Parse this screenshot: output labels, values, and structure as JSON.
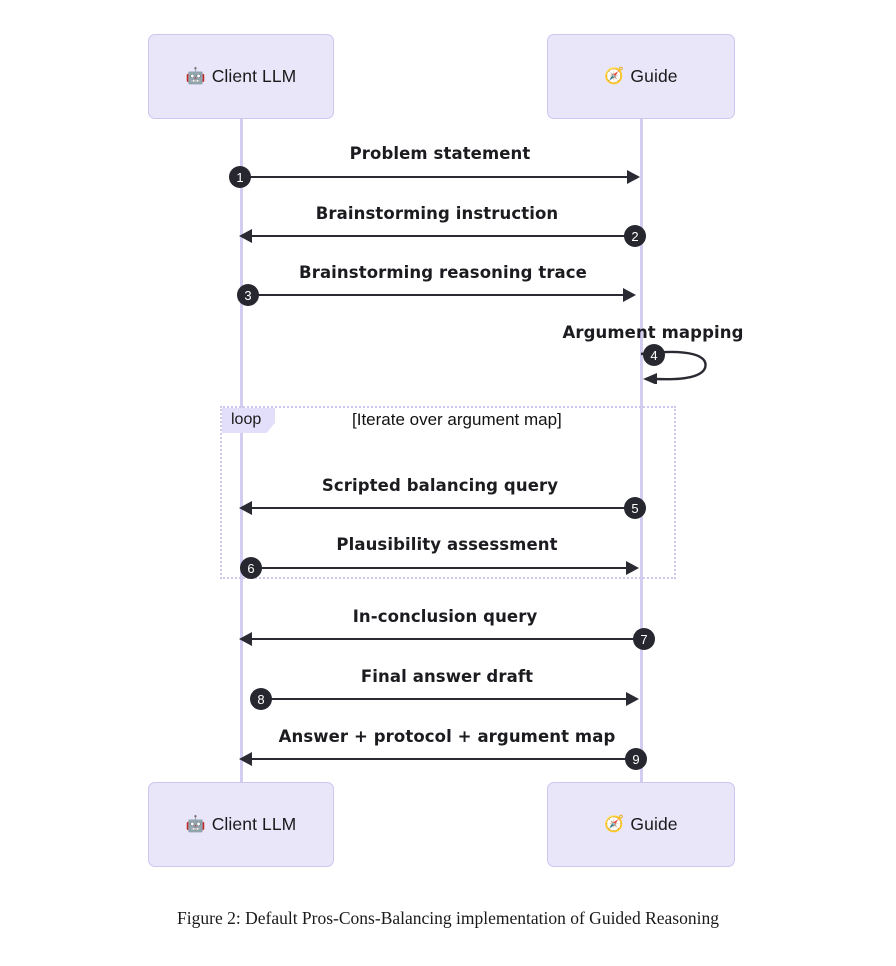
{
  "figure": {
    "caption": "Figure 2: Default Pros-Cons-Balancing implementation of Guided Reasoning"
  },
  "diagram": {
    "type": "sequence-diagram",
    "colors": {
      "participant_fill": "#e9e6fa",
      "participant_border": "#cdc6f0",
      "lifeline": "#d4cdf2",
      "arrow": "#2a2a33",
      "badge_fill": "#27272f",
      "badge_text": "#ffffff",
      "loop_border": "#cfc8ee",
      "loop_tag_fill": "#e3dffa",
      "background": "#ffffff"
    },
    "participants": [
      {
        "id": "client",
        "name": "Client LLM",
        "emoji": "🤖",
        "icon": "robot-icon"
      },
      {
        "id": "guide",
        "name": "Guide",
        "emoji": "🧭",
        "icon": "compass-icon"
      }
    ],
    "fragment": {
      "kind": "loop",
      "tag": "loop",
      "condition": "[Iterate over argument map]"
    },
    "messages": [
      {
        "number": "1",
        "label": "Problem statement",
        "from": "client",
        "to": "guide",
        "direction": "right",
        "kind": "sync"
      },
      {
        "number": "2",
        "label": "Brainstorming instruction",
        "from": "guide",
        "to": "client",
        "direction": "left",
        "kind": "sync"
      },
      {
        "number": "3",
        "label": "Brainstorming reasoning trace",
        "from": "client",
        "to": "guide",
        "direction": "right",
        "kind": "sync"
      },
      {
        "number": "4",
        "label": "Argument mapping",
        "from": "guide",
        "to": "guide",
        "direction": "self",
        "kind": "self"
      },
      {
        "number": "5",
        "label": "Scripted balancing query",
        "from": "guide",
        "to": "client",
        "direction": "left",
        "kind": "sync",
        "in_loop": true
      },
      {
        "number": "6",
        "label": "Plausibility assessment",
        "from": "client",
        "to": "guide",
        "direction": "right",
        "kind": "sync",
        "in_loop": true
      },
      {
        "number": "7",
        "label": "In-conclusion query",
        "from": "guide",
        "to": "client",
        "direction": "left",
        "kind": "sync"
      },
      {
        "number": "8",
        "label": "Final answer draft",
        "from": "client",
        "to": "guide",
        "direction": "right",
        "kind": "sync"
      },
      {
        "number": "9",
        "label": "Answer + protocol + argument map",
        "from": "guide",
        "to": "client",
        "direction": "left",
        "kind": "sync"
      }
    ]
  }
}
